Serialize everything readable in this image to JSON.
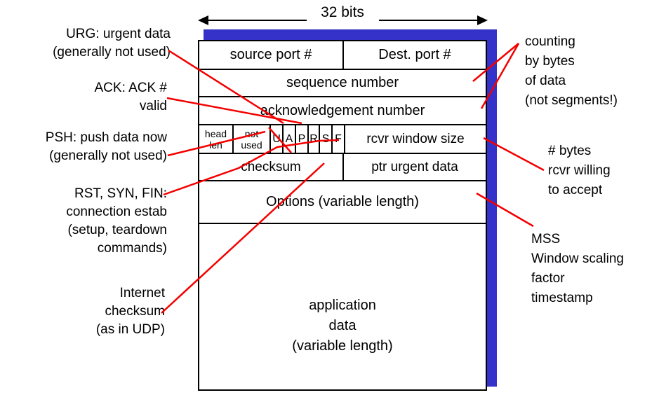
{
  "top": {
    "width_label": "32 bits"
  },
  "colors": {
    "red_line": "#f40000",
    "blue_shadow": "#3432c8",
    "black": "#000000"
  },
  "segment": {
    "row1_left": "source port #",
    "row1_right": "Dest. port #",
    "row2": "sequence number",
    "row3": "acknowledgement number",
    "row4_head": [
      "head",
      "len"
    ],
    "row4_notused": [
      "not",
      "used"
    ],
    "row4_flags": [
      "U",
      "A",
      "P",
      "R",
      "S",
      "F"
    ],
    "row4_rcvr": "rcvr window size",
    "row5_left": "checksum",
    "row5_right": "ptr urgent data",
    "row6": "Options (variable length)",
    "row7": [
      "application",
      "data",
      "(variable length)"
    ]
  },
  "annotations_left": [
    {
      "id": "urg",
      "lines": [
        "URG: urgent data",
        "(generally not used)"
      ]
    },
    {
      "id": "ack",
      "lines": [
        "ACK: ACK #",
        "valid"
      ]
    },
    {
      "id": "psh",
      "lines": [
        "PSH: push data now",
        "(generally not used)"
      ]
    },
    {
      "id": "rst",
      "lines": [
        "RST, SYN, FIN:",
        "connection estab",
        "(setup, teardown",
        "commands)"
      ]
    },
    {
      "id": "internet-checksum",
      "lines": [
        "Internet",
        "checksum",
        "(as in UDP)"
      ]
    }
  ],
  "annotations_right": [
    {
      "id": "counting",
      "lines": [
        "counting",
        "by bytes",
        "of data",
        "(not segments!)"
      ]
    },
    {
      "id": "rcvr-bytes",
      "lines": [
        "# bytes",
        "rcvr willing",
        "to accept"
      ]
    },
    {
      "id": "options-mss",
      "lines": [
        "MSS",
        "Window scaling",
        "factor",
        "timestamp"
      ]
    }
  ]
}
